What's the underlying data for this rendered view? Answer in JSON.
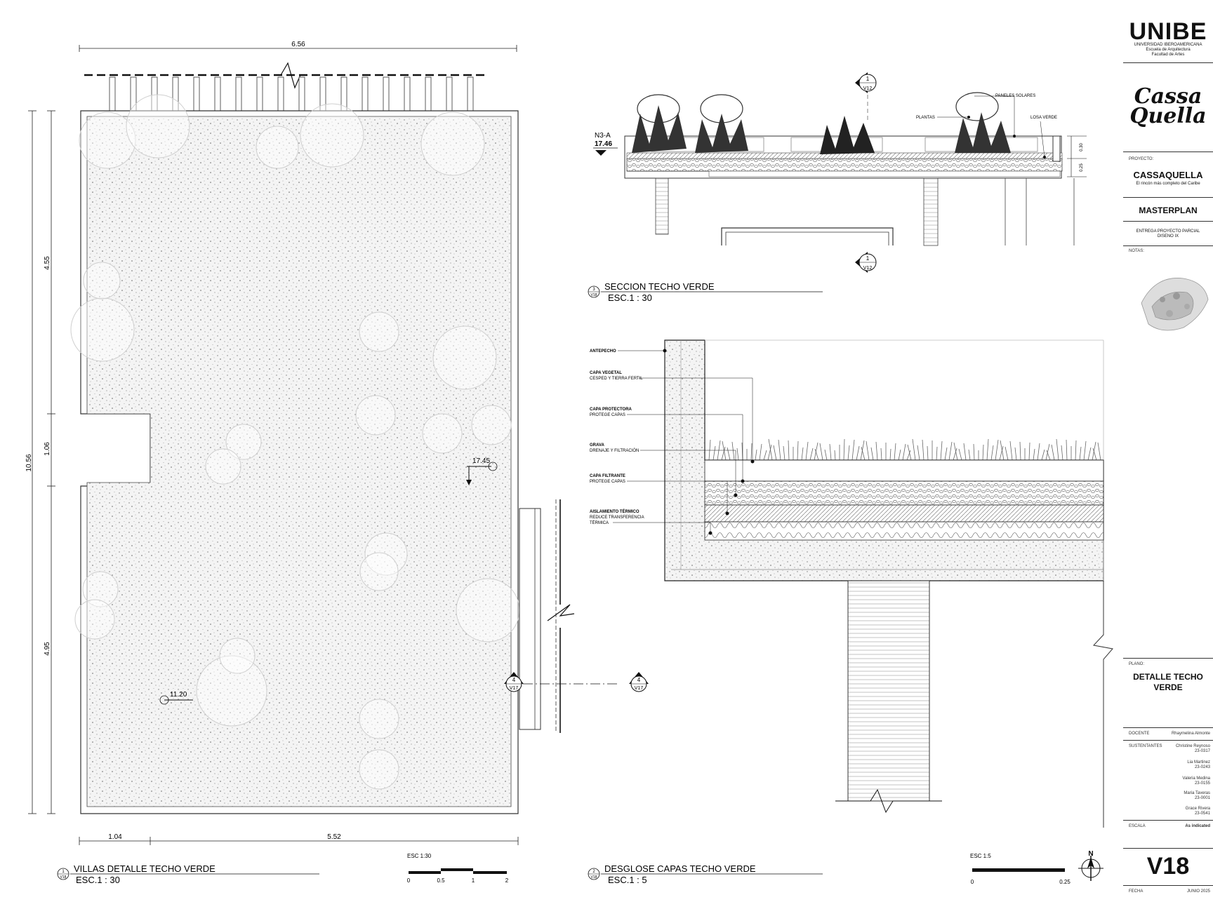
{
  "plan": {
    "dim_top": "6.56",
    "dim_total": "10.56",
    "dim_left_top": "4.55",
    "dim_left_mid": "1.06",
    "dim_left_bottom": "4.95",
    "dim_bottom_left": "1.04",
    "dim_bottom_right": "5.52",
    "level_right": "17.45",
    "level_left": "11.20",
    "callout_num": "4",
    "callout_sheet": "V17",
    "title_num": "1",
    "title_sheet": "V18",
    "title": "VILLAS DETALLE TECHO VERDE",
    "scale": "ESC.1 : 30",
    "bar_label": "ESC 1:30",
    "bar_ticks": [
      "0",
      "0.5",
      "1",
      "2"
    ]
  },
  "section": {
    "level_name": "N3-A",
    "level_value": "17.46",
    "cut_num": "1",
    "cut_sheet": "V12",
    "label_paneles": "PANELES SOLARES",
    "label_plantas": "PLANTAS",
    "label_losa": "LOSA VERDE",
    "dim_1": "0.30",
    "dim_2": "0.25",
    "title_num": "3",
    "title_sheet": "V18",
    "title": "SECCION TECHO VERDE",
    "scale": "ESC.1 : 30"
  },
  "layers": {
    "items": [
      {
        "name": "ANTEPECHO",
        "desc": ""
      },
      {
        "name": "CAPA VEGETAL",
        "desc": "CESPED Y TIERRA FERTIL"
      },
      {
        "name": "CAPA PROTECTORA",
        "desc": "PROTEGE CAPAS"
      },
      {
        "name": "GRAVA",
        "desc": "DRENAJE Y FILTRACIÓN"
      },
      {
        "name": "CAPA FILTRANTE",
        "desc": "PROTEGE CAPAS"
      },
      {
        "name": "AISLAMIENTO TÉRMICO",
        "desc": "REDUCE TRANSFERENCIA",
        "desc2": "TÉRMICA"
      }
    ],
    "title_num": "2",
    "title_sheet": "V18",
    "title": "DESGLOSE CAPAS TECHO VERDE",
    "scale": "ESC.1 : 5",
    "bar_label": "ESC 1:5",
    "bar_ticks": [
      "0",
      "0.25"
    ],
    "north": "N"
  },
  "titleblock": {
    "school": "UNIBE",
    "school_line1": "UNIVERSIDAD IBEROAMERICANA",
    "school_line2": "Escuela de Arquitectura",
    "school_line3": "Facultad de Artes",
    "logo_line1": "Cassa",
    "logo_line2": "Quella",
    "proyecto_label": "PROYECTO:",
    "project_name": "CASSAQUELLA",
    "project_tagline": "El rincón más completo del Caribe",
    "masterplan": "MASTERPLAN",
    "entrega1": "ENTREGA PROYECTO PARCIAL",
    "entrega2": "DISENO IX",
    "notas_label": "NOTAS:",
    "plano_label": "PLANO:",
    "plano_title1": "DETALLE TECHO",
    "plano_title2": "VERDE",
    "docente_label": "DOCENTE",
    "docente": "Rhaymelina Almonte",
    "sustentantes_label": "SUSTENTANTES",
    "students": [
      {
        "name": "Christine Reynoso",
        "id": "23-0317"
      },
      {
        "name": "Lia Martinez",
        "id": "23-0243"
      },
      {
        "name": "Valeria Medina",
        "id": "23-0155"
      },
      {
        "name": "Maria Taveras",
        "id": "23-0001"
      },
      {
        "name": "Grace Rivera",
        "id": "23-0541"
      }
    ],
    "escala_label": "ESCALA",
    "escala": "As indicated",
    "sheet": "V18",
    "fecha_label": "FECHA",
    "fecha": "JUNIO 2025"
  }
}
